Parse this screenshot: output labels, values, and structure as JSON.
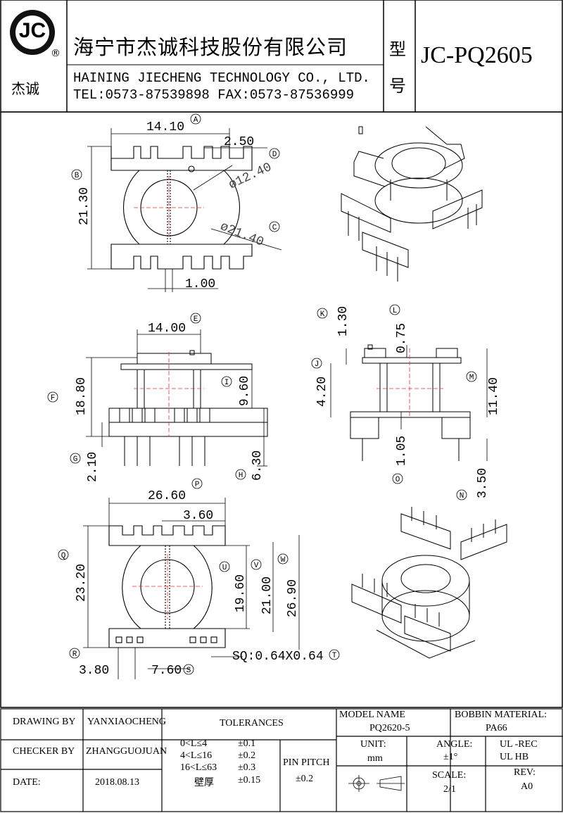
{
  "header": {
    "logo_text": "JC",
    "logo_registered": "®",
    "logo_cn": "杰诚",
    "company_cn": "海宁市杰诚科技股份有限公司",
    "company_en": "HAINING JIECHENG TECHNOLOGY CO., LTD.",
    "contact": "TEL:0573-87539898  FAX:0573-87536999",
    "type_label_1": "型",
    "type_label_2": "号",
    "part_number": "JC-PQ2605"
  },
  "drawing": {
    "top_view": {
      "dim_width": "14.10",
      "dim_slot": "2.50",
      "dim_height": "21.30",
      "dim_inner_dia": "ø12.40",
      "dim_outer_dia": "ø21.40",
      "dim_gap": "1.00",
      "label_a": "A",
      "label_b": "B",
      "label_c": "C",
      "label_d": "D"
    },
    "front_view": {
      "dim_width": "14.00",
      "dim_height": "18.80",
      "dim_mid": "9.60",
      "dim_base": "2.10",
      "dim_pin": "6.30",
      "label_e": "E",
      "label_f": "F",
      "label_g": "G",
      "label_h": "H",
      "label_i": "I"
    },
    "side_view": {
      "dim_top": "1.30",
      "dim_flange": "0.75",
      "dim_mid": "4.20",
      "dim_total": "11.40",
      "dim_base": "1.05",
      "dim_pin": "3.50",
      "label_j": "J",
      "label_k": "K",
      "label_l": "L",
      "label_m": "M",
      "label_n": "N",
      "label_o": "O"
    },
    "bottom_view": {
      "dim_width": "26.60",
      "dim_center": "3.60",
      "dim_height": "23.20",
      "dim_inner": "19.60",
      "dim_mid": "21.00",
      "dim_outer": "26.90",
      "dim_pin_left": "3.80",
      "dim_pin_gap": "7.60",
      "dim_pin_sq": "SQ:0.64X0.64",
      "label_p": "P",
      "label_q": "Q",
      "label_r": "R",
      "label_s": "S",
      "label_t": "T",
      "label_u": "U",
      "label_v": "V",
      "label_w": "W"
    }
  },
  "title_block": {
    "drawing_by_label": "DRAWING BY",
    "drawing_by": "YANXIAOCHENG",
    "checker_by_label": "CHECKER BY",
    "checker_by": "ZHANGGUOJUAN",
    "date_label": "DATE:",
    "date": "2018.08.13",
    "tolerances_label": "TOLERANCES",
    "tol_rows": [
      {
        "range": "0<L≤4",
        "value": "±0.1"
      },
      {
        "range": "4<L≤16",
        "value": "±0.2"
      },
      {
        "range": "16<L≤63",
        "value": "±0.3"
      },
      {
        "range": "壁厚",
        "value": "±0.15"
      }
    ],
    "pin_pitch_label": "PIN PITCH",
    "pin_pitch": "±0.2",
    "model_name_label": "MODEL NAME",
    "model_name": "PQ2620-5",
    "bobbin_material_label": "BOBBIN MATERIAL:",
    "bobbin_material": "PA66",
    "unit_label": "UNIT:",
    "unit": "mm",
    "angle_label": "ANGLE:",
    "angle": "±1°",
    "ul_1": "UL -REC",
    "ul_2": "UL  HB",
    "scale_label": "SCALE:",
    "scale": "2/1",
    "rev_label": "REV:",
    "rev": "A0"
  }
}
